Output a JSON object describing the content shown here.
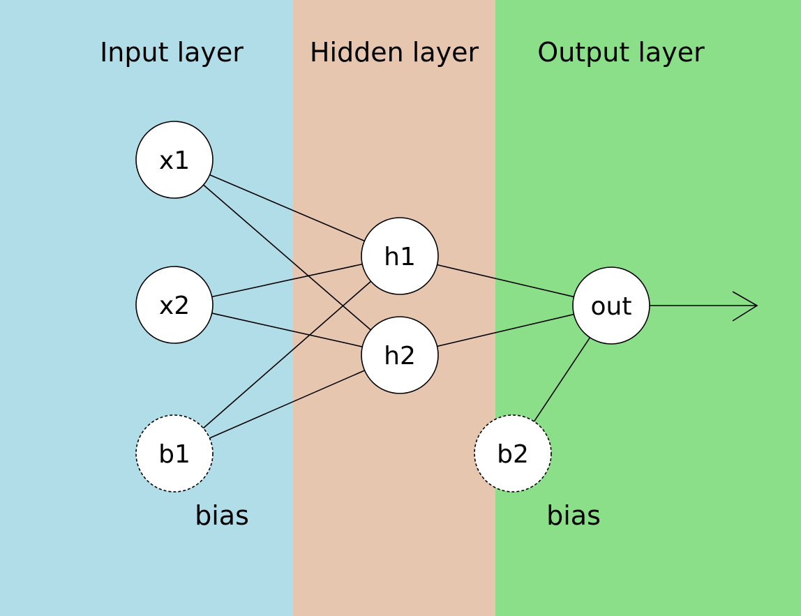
{
  "layers": {
    "input": {
      "label": "Input layer",
      "color": "#b0dde8"
    },
    "hidden": {
      "label": "Hidden layer",
      "color": "#e7c6b0"
    },
    "output": {
      "label": "Output layer",
      "color": "#8bdf88"
    }
  },
  "nodes": {
    "x1": {
      "label": "x1"
    },
    "x2": {
      "label": "x2"
    },
    "b1": {
      "label": "b1",
      "is_bias": true
    },
    "h1": {
      "label": "h1"
    },
    "h2": {
      "label": "h2"
    },
    "out": {
      "label": "out"
    },
    "b2": {
      "label": "b2",
      "is_bias": true
    }
  },
  "bias_labels": {
    "input_bias": "bias",
    "output_bias": "bias"
  },
  "edges": [
    {
      "from": "x1",
      "to": "h1"
    },
    {
      "from": "x1",
      "to": "h2"
    },
    {
      "from": "x2",
      "to": "h1"
    },
    {
      "from": "x2",
      "to": "h2"
    },
    {
      "from": "b1",
      "to": "h1"
    },
    {
      "from": "b1",
      "to": "h2"
    },
    {
      "from": "h1",
      "to": "out"
    },
    {
      "from": "h2",
      "to": "out"
    },
    {
      "from": "b2",
      "to": "out"
    }
  ],
  "output_arrow": {
    "from": "out"
  }
}
